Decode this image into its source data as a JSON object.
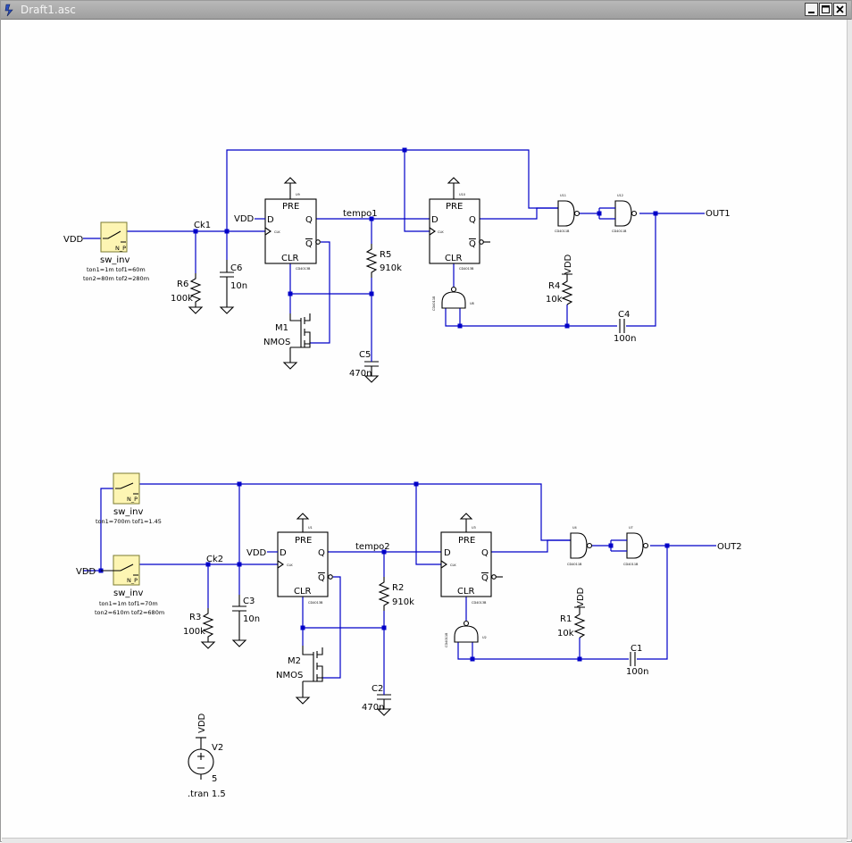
{
  "window": {
    "title": "Draft1.asc",
    "controls": [
      "minimize",
      "maximize",
      "close"
    ]
  },
  "colors": {
    "wire": "#0000c8",
    "switch_fill": "#fdf5b3",
    "component": "#000000"
  },
  "circuit1": {
    "vdd_in": "VDD",
    "switch": {
      "name": "sw_inv",
      "pin": "N_P",
      "params1": "ton1=1m tof1=60m",
      "params2": "ton2=80m tof2=280m"
    },
    "net_ck": "Ck1",
    "r_in": {
      "name": "R6",
      "value": "100k"
    },
    "c_in": {
      "name": "C6",
      "value": "10n"
    },
    "ff1": {
      "ref": "U9",
      "pre": "PRE",
      "clr": "CLR",
      "d": "D",
      "q": "Q",
      "qbar": "Q",
      "clk": "CLK",
      "part": "CD4013B",
      "d_net": "VDD"
    },
    "net_tempo": "tempo1",
    "r_tempo": {
      "name": "R5",
      "value": "910k"
    },
    "c_tempo": {
      "name": "C5",
      "value": "470n"
    },
    "mosfet": {
      "name": "M1",
      "type": "NMOS"
    },
    "ff2": {
      "ref": "U10",
      "pre": "PRE",
      "clr": "CLR",
      "d": "D",
      "q": "Q",
      "qbar": "Q",
      "clk": "CLK",
      "part": "CD4013B"
    },
    "nand_a": {
      "ref": "U11",
      "part": "CD4011B"
    },
    "nand_b": {
      "ref": "U12",
      "part": "CD4011B"
    },
    "nand_c": {
      "ref": "U8",
      "part": "CD4011B"
    },
    "r_pull": {
      "name": "R4",
      "value": "10k",
      "supply": "VDD"
    },
    "c_fb": {
      "name": "C4",
      "value": "100n"
    },
    "out": "OUT1"
  },
  "circuit2": {
    "vdd_in": "VDD",
    "switch_a": {
      "name": "sw_inv",
      "pin": "N_P",
      "params1": "ton1=700m tof1=1.45"
    },
    "switch_b": {
      "name": "sw_inv",
      "pin": "N_P",
      "params1": "ton1=1m tof1=70m",
      "params2": "ton2=610m tof2=680m"
    },
    "net_ck": "Ck2",
    "r_in": {
      "name": "R3",
      "value": "100k"
    },
    "c_in": {
      "name": "C3",
      "value": "10n"
    },
    "ff1": {
      "ref": "U1",
      "pre": "PRE",
      "clr": "CLR",
      "d": "D",
      "q": "Q",
      "qbar": "Q",
      "clk": "CLK",
      "part": "CD4013B",
      "d_net": "VDD"
    },
    "net_tempo": "tempo2",
    "r_tempo": {
      "name": "R2",
      "value": "910k"
    },
    "c_tempo": {
      "name": "C2",
      "value": "470n"
    },
    "mosfet": {
      "name": "M2",
      "type": "NMOS"
    },
    "ff2": {
      "ref": "U3",
      "pre": "PRE",
      "clr": "CLR",
      "d": "D",
      "q": "Q",
      "qbar": "Q",
      "clk": "CLK",
      "part": "CD4013B"
    },
    "nand_a": {
      "ref": "U4",
      "part": "CD4011B"
    },
    "nand_b": {
      "ref": "U7",
      "part": "CD4011B"
    },
    "nand_c": {
      "ref": "U2",
      "part": "CD4011B"
    },
    "r_pull": {
      "name": "R1",
      "value": "10k",
      "supply": "VDD"
    },
    "c_fb": {
      "name": "C1",
      "value": "100n"
    },
    "out": "OUT2"
  },
  "source": {
    "name": "V2",
    "value": "5",
    "net": "VDD",
    "directive": ".tran 1.5"
  }
}
